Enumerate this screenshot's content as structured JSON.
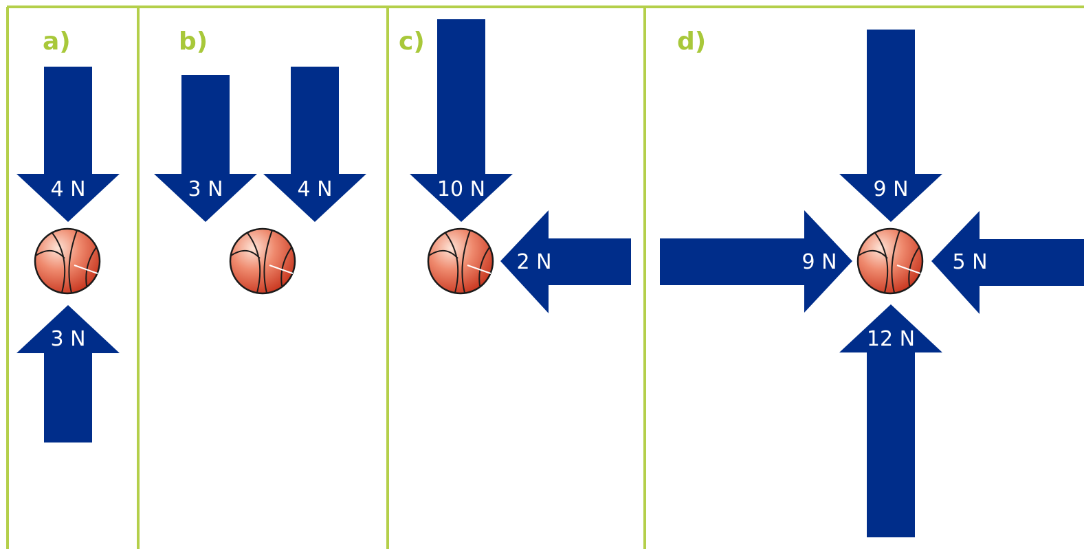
{
  "colors": {
    "frame": "#b4cf4a",
    "panel_label": "#a8c83a",
    "arrow": "#002d8a",
    "ball": "#e0553a",
    "force_label": "#ffffff"
  },
  "panels": [
    {
      "label": "a)",
      "forces": [
        {
          "label": "4 N",
          "direction": "down"
        },
        {
          "label": "3 N",
          "direction": "up"
        }
      ]
    },
    {
      "label": "b)",
      "forces": [
        {
          "label": "3 N",
          "direction": "down"
        },
        {
          "label": "4 N",
          "direction": "down"
        }
      ]
    },
    {
      "label": "c)",
      "forces": [
        {
          "label": "10 N",
          "direction": "down"
        },
        {
          "label": "2 N",
          "direction": "left"
        }
      ]
    },
    {
      "label": "d)",
      "forces": [
        {
          "label": "9 N",
          "direction": "down"
        },
        {
          "label": "9 N",
          "direction": "right"
        },
        {
          "label": "5 N",
          "direction": "left"
        },
        {
          "label": "12 N",
          "direction": "up"
        }
      ]
    }
  ]
}
